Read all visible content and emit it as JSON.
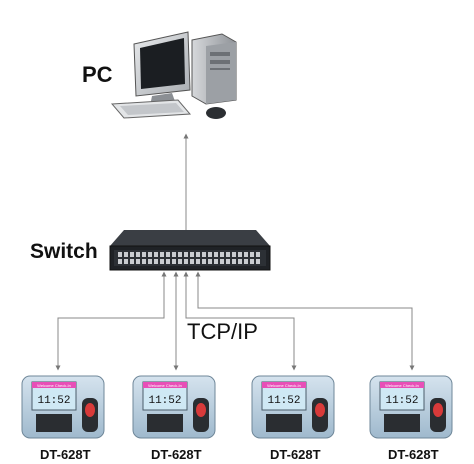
{
  "pc": {
    "label": "PC"
  },
  "switch": {
    "label": "Switch"
  },
  "protocol": {
    "label": "TCP/IP"
  },
  "devices": [
    {
      "model": "DT-628T",
      "screen_time": "11:52",
      "screen_header": "Welcome Check-In"
    },
    {
      "model": "DT-628T",
      "screen_time": "11:52",
      "screen_header": "Welcome Check-In"
    },
    {
      "model": "DT-628T",
      "screen_time": "11:52",
      "screen_header": "Welcome Check-In"
    },
    {
      "model": "DT-628T",
      "screen_time": "11:52",
      "screen_header": "Welcome Check-In"
    }
  ],
  "colors": {
    "line": "#888888",
    "device_body": "#b9cfe0",
    "device_screen": "#cfe8f4",
    "switch_body": "#1f2226"
  }
}
